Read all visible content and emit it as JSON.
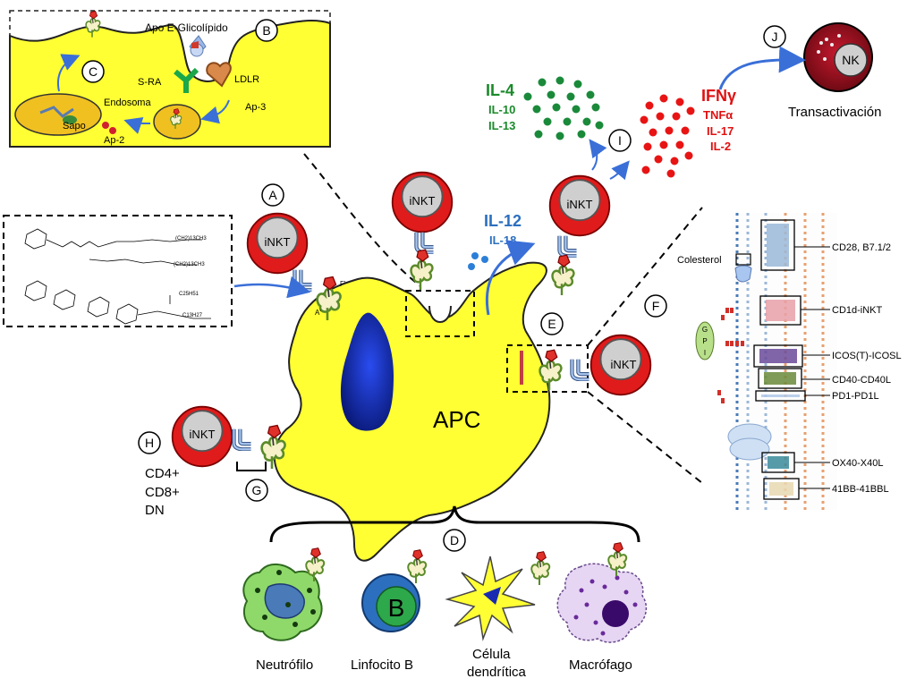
{
  "panel_b": {
    "title": "Apo E-Glicolípido",
    "letter_b": "B",
    "letter_c": "C",
    "sra": "S-RA",
    "ldlr": "LDLR",
    "endosoma": "Endosoma",
    "sapo": "Sapo",
    "ap2": "Ap-2",
    "ap3": "Ap-3"
  },
  "cytokines": {
    "th2": [
      "IL-4",
      "IL-10",
      "IL-13"
    ],
    "th1": [
      "IFNγ",
      "TNFα",
      "IL-17",
      "IL-2"
    ],
    "il12": "IL-12",
    "il18": "IL-18",
    "letter_i": "I"
  },
  "nk": {
    "label": "NK",
    "letter_j": "J",
    "caption": "Transactivación"
  },
  "apc": {
    "label": "APC"
  },
  "inkt_label": "iNKT",
  "letters": {
    "a": "A",
    "d": "D",
    "e": "E",
    "f": "F",
    "g": "G",
    "h": "H"
  },
  "lipid_structure": {
    "chain1": "(CH2)13CH3",
    "chain2": "(CH2)13CH3",
    "acyl": "C25H51",
    "chain3": "C13H27",
    "letter_a_small": "A'",
    "letter_f_small": "F'"
  },
  "subsets": [
    "CD4+",
    "CD8+",
    "DN"
  ],
  "panel_f": {
    "colesterol": "Colesterol",
    "gpi": [
      "G",
      "P",
      "I"
    ],
    "pairs": [
      "CD28, B7.1/2",
      "CD1d-iNKT",
      "ICOS(T)-ICOSL",
      "CD40-CD40L",
      "PD1-PD1L",
      "OX40-X40L",
      "41BB-41BBL"
    ]
  },
  "cells": {
    "neutrofilo": "Neutrófilo",
    "linfocito": "Linfocito B",
    "b_letter": "B",
    "dendritica_1": "Célula",
    "dendritica_2": "dendrítica",
    "macrofago": "Macrófago"
  }
}
